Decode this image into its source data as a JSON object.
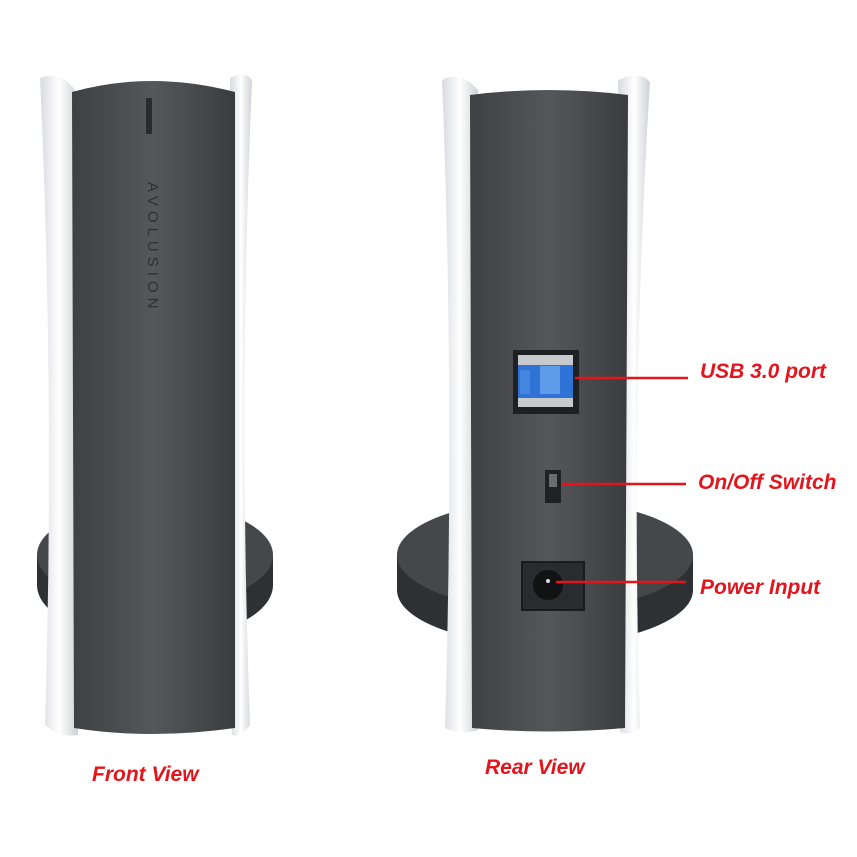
{
  "front": {
    "caption": "Front View",
    "logo_text": "AVOLUSION"
  },
  "rear": {
    "caption": "Rear View",
    "callouts": [
      {
        "label": "USB 3.0 port"
      },
      {
        "label": "On/Off Switch"
      },
      {
        "label": "Power Input"
      }
    ]
  },
  "colors": {
    "label_red": "#e3141b",
    "body_dark": "#4a4c50",
    "shell_white": "#f4f4f6",
    "usb_blue": "#2f73d6"
  }
}
